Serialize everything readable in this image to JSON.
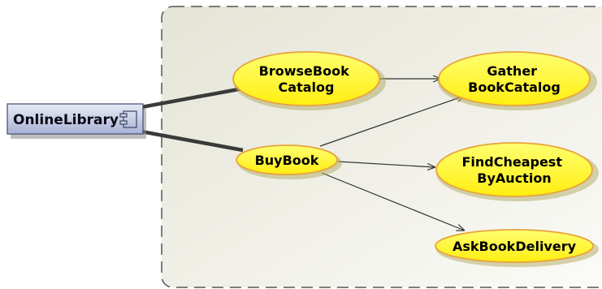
{
  "component": {
    "name": "OnlineLibrary",
    "icon": "component-icon"
  },
  "use_cases": [
    {
      "id": "browse",
      "lines": [
        "BrowseBook",
        "Catalog"
      ]
    },
    {
      "id": "gather",
      "lines": [
        "Gather",
        "BookCatalog"
      ]
    },
    {
      "id": "buy",
      "lines": [
        "BuyBook"
      ]
    },
    {
      "id": "cheapest",
      "lines": [
        "FindCheapest",
        "ByAuction"
      ]
    },
    {
      "id": "delivery",
      "lines": [
        "AskBookDelivery"
      ]
    }
  ],
  "links": [
    {
      "from": "component",
      "to": "browse",
      "kind": "association"
    },
    {
      "from": "component",
      "to": "buy",
      "kind": "association"
    },
    {
      "from": "browse",
      "to": "gather",
      "kind": "dependency"
    },
    {
      "from": "buy",
      "to": "gather",
      "kind": "dependency"
    },
    {
      "from": "buy",
      "to": "cheapest",
      "kind": "dependency"
    },
    {
      "from": "buy",
      "to": "delivery",
      "kind": "dependency"
    }
  ],
  "colors": {
    "usecase_fill": "#ffff3a",
    "usecase_stroke": "#e8a23a",
    "boundary_fill": "#efefe4",
    "component_fill": "#c9cfe6",
    "line": "#333333"
  }
}
